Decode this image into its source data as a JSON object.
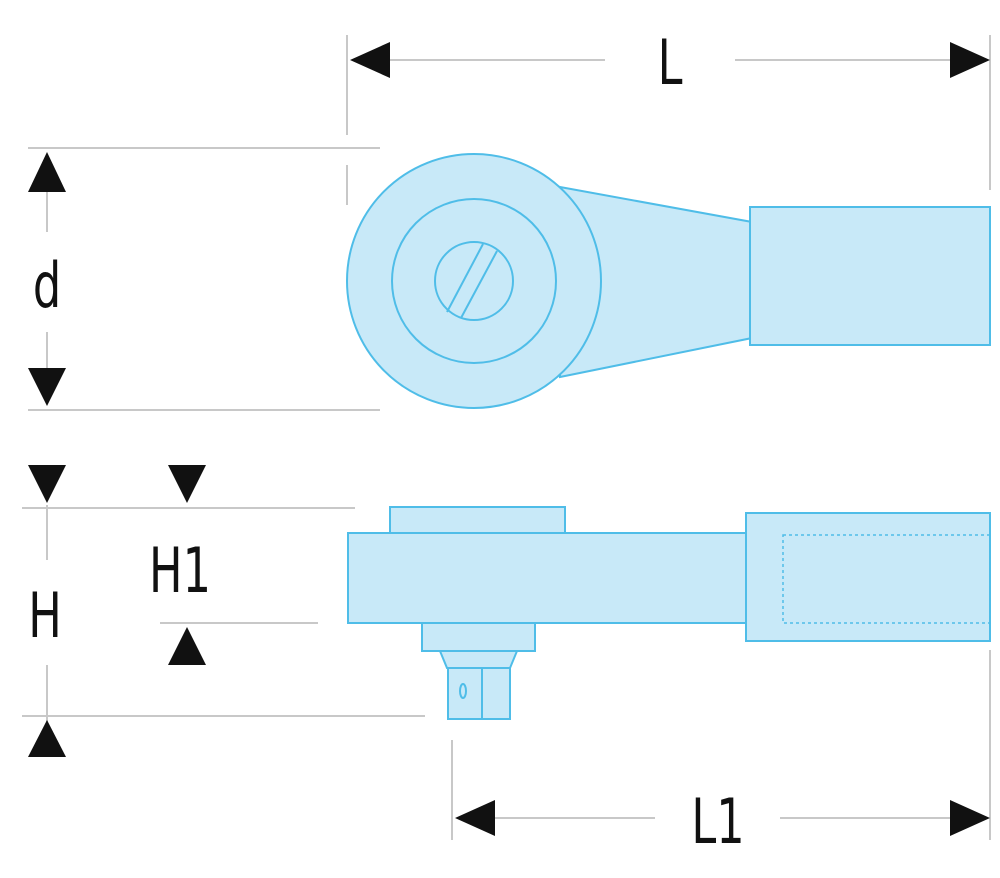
{
  "dimensions": {
    "L": "L",
    "d": "d",
    "H": "H",
    "H1": "H1",
    "L1": "L1"
  },
  "colors": {
    "part_fill": "#c8e9f8",
    "part_stroke": "#4fbde8",
    "dimension_line": "#c8c8c8",
    "arrow": "#111111",
    "text": "#111111"
  }
}
